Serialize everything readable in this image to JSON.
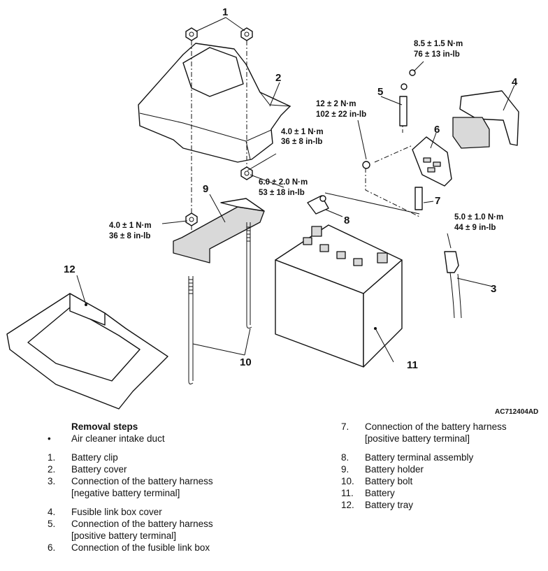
{
  "diagram": {
    "figure_code": "AC712404AD",
    "callouts": [
      "1",
      "2",
      "3",
      "4",
      "5",
      "6",
      "7",
      "8",
      "9",
      "10",
      "11",
      "12"
    ],
    "torques": {
      "t_cover": [
        "4.0 ± 1 N·m",
        "36 ± 8 in-lb"
      ],
      "t_clip": [
        "4.0 ± 1 N·m",
        "36 ± 8 in-lb"
      ],
      "t_holder": [
        "6.0 ± 2.0 N·m",
        "53 ± 18 in-lb"
      ],
      "t_fusenut": [
        "12 ± 2 N·m",
        "102 ± 22 in-lb"
      ],
      "t_top": [
        "8.5 ± 1.5 N·m",
        "76 ± 13 in-lb"
      ],
      "t_neg": [
        "5.0 ± 1.0 N·m",
        "44 ± 9 in-lb"
      ]
    }
  },
  "removal": {
    "heading": "Removal steps",
    "left": [
      {
        "num": "•",
        "text": "Air cleaner intake duct"
      },
      {
        "num": "",
        "text": ""
      },
      {
        "num": "1.",
        "text": "Battery clip"
      },
      {
        "num": "2.",
        "text": "Battery cover"
      },
      {
        "num": "3.",
        "text": "Connection of the battery harness"
      },
      {
        "num": "",
        "text": "[negative battery terminal]"
      },
      {
        "num": "",
        "text": ""
      },
      {
        "num": "4.",
        "text": "Fusible link box cover"
      },
      {
        "num": "5.",
        "text": "Connection of the battery harness"
      },
      {
        "num": "",
        "text": "[positive battery terminal]"
      },
      {
        "num": "6.",
        "text": "Connection of the fusible link box"
      }
    ],
    "right": [
      {
        "num": "7.",
        "text": "Connection of the battery harness"
      },
      {
        "num": "",
        "text": "[positive battery terminal]"
      },
      {
        "num": "",
        "text": ""
      },
      {
        "num": "8.",
        "text": "Battery terminal assembly"
      },
      {
        "num": "9.",
        "text": "Battery holder"
      },
      {
        "num": "10.",
        "text": "Battery bolt"
      },
      {
        "num": "11.",
        "text": "Battery"
      },
      {
        "num": "12.",
        "text": "Battery tray"
      }
    ]
  }
}
